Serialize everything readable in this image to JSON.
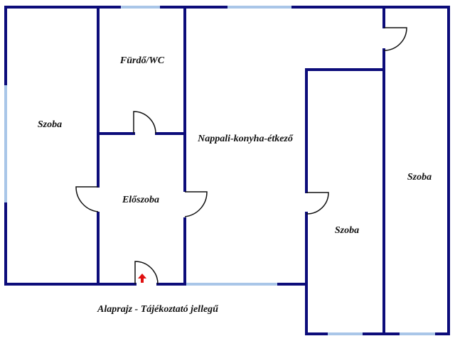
{
  "rooms": {
    "bathroom": "Fürdő/WC",
    "room_left": "Szoba",
    "living": "Nappali-konyha-étkező",
    "hall": "Előszoba",
    "room_middle": "Szoba",
    "room_right": "Szoba"
  },
  "caption": "Alaprajz - Tájékoztató jellegű",
  "colors": {
    "wall": "#0c0c7a",
    "window": "#a9c6e8",
    "door": "#111111",
    "entrance_arrow": "#e01010"
  }
}
